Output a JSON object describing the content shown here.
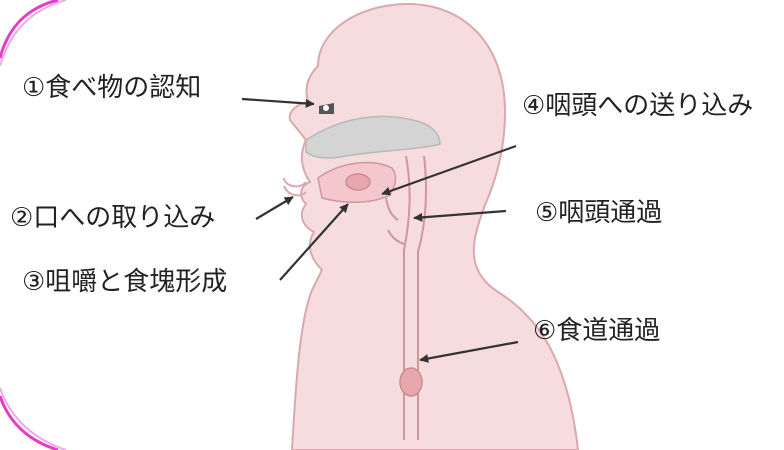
{
  "labels": {
    "step1": "①食べ物の認知",
    "step2": "②口への取り込み",
    "step3": "③咀嚼と食塊形成",
    "step4": "④咽頭への送り込み",
    "step5": "⑤咽頭通過",
    "step6": "⑥食道通過"
  },
  "colors": {
    "skin": "#f7dcdf",
    "skin_outline": "#d9a9ad",
    "bolus": "#e8a7ad",
    "nasal_cavity": "#d4d4d4",
    "frame_accent": "#e23cc8",
    "arrow": "#333333"
  }
}
